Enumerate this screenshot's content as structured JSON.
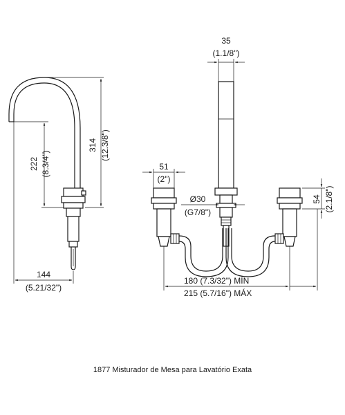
{
  "dimensions": {
    "d35_mm": "35",
    "d35_in": "(1.1/8\")",
    "d222_mm": "222",
    "d222_in": "(8.3/4\")",
    "d314_mm": "314",
    "d314_in": "(12.3/8\")",
    "d51_mm": "51",
    "d51_in": "(2\")",
    "d30_mm": "Ø30",
    "d30_in": "(G7/8\")",
    "d54_mm": "54",
    "d54_in": "(2.1/8\")",
    "d144_mm": "144",
    "d144_in": "(5.21/32\")",
    "d180": "180 (7.3/32\") MÍN",
    "d215": "215 (5.7/16\") MÁX"
  },
  "caption": "1877 Misturador de Mesa para Lavatório Exata"
}
